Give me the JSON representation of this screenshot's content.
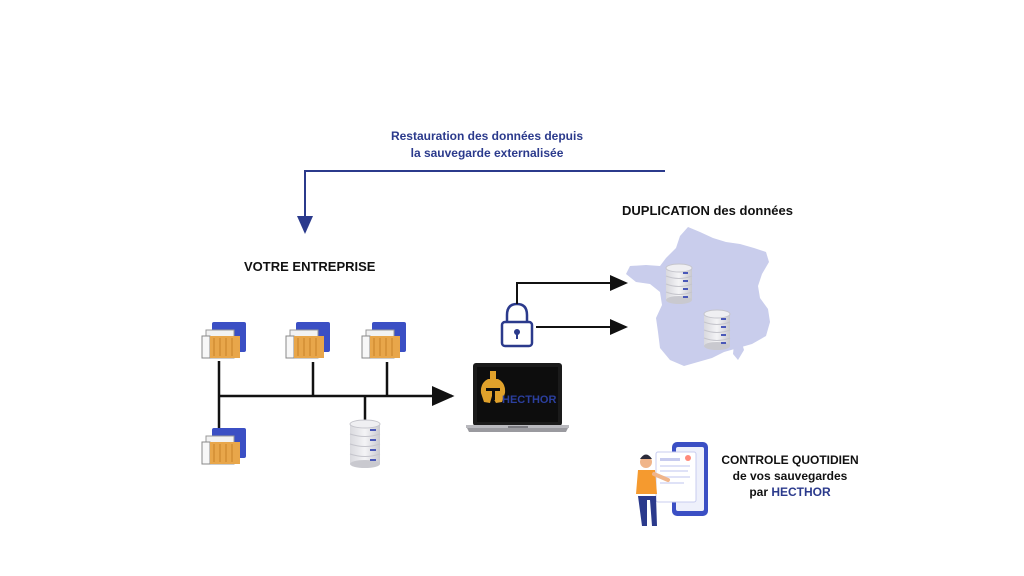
{
  "restore": {
    "line1": "Restauration des données depuis",
    "line2": "la sauvegarde externalisée"
  },
  "duplication": {
    "strong": "DUPLICATION",
    "rest": " des données"
  },
  "company": {
    "title": "VOTRE ENTREPRISE"
  },
  "laptop": {
    "brand": "HECTHOR"
  },
  "control": {
    "line1": "CONTROLE QUOTIDIEN",
    "line2": "de vos sauvegardes",
    "line3_prefix": "par ",
    "line3_brand": "HECTHOR"
  },
  "colors": {
    "accent": "#2b3a8c",
    "map_fill": "#c9cdec",
    "line": "#111111",
    "folder": "#e8a64a",
    "laptop_brand": "#2b3f9e",
    "helmet": "#e0a12b"
  },
  "icons": [
    "folder-icon",
    "database-icon",
    "padlock-icon",
    "laptop-icon",
    "france-map-icon",
    "person-phone-icon"
  ]
}
